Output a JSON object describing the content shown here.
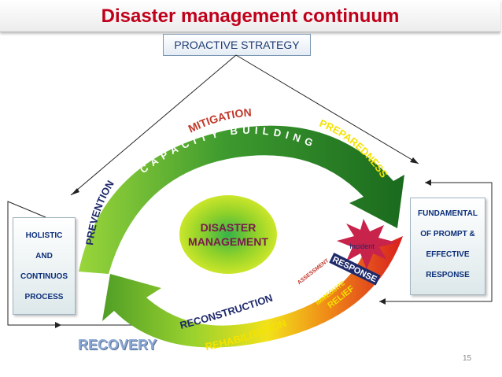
{
  "title": "Disaster management continuum",
  "top_label": "PROACTIVE STRATEGY",
  "left_box": [
    "HOLISTIC",
    "AND",
    "CONTINUOS",
    "PROCESS"
  ],
  "right_box": [
    "FUNDAMENTAL",
    "OF PROMPT &",
    "EFFECTIVE",
    "RESPONSE"
  ],
  "arc_labels": {
    "mitigation": "MITIGATION",
    "capacity": "CAPACITY BUILDING",
    "preparedness": "PREPAREDNESS",
    "prevention": "PREVENTION",
    "reconstruction": "RECONSTRUCTION",
    "rehabilitation": "REHABILITATION",
    "assessment": "ASSESSMENT",
    "response": "RESPONSE",
    "immediate": "IMMEDIATE",
    "relief": "RELIEF"
  },
  "center": [
    "DISASTER",
    "MANAGEMENT"
  ],
  "incident": "Incident",
  "bottom_label": "RECOVERY",
  "page_number": "15",
  "colors": {
    "title": "#c0001a",
    "green_dark": "#1e6b1e",
    "green_light": "#8fd12a",
    "red": "#d81e1e",
    "yellow": "#f4e200",
    "navy": "#1f2a6b"
  }
}
